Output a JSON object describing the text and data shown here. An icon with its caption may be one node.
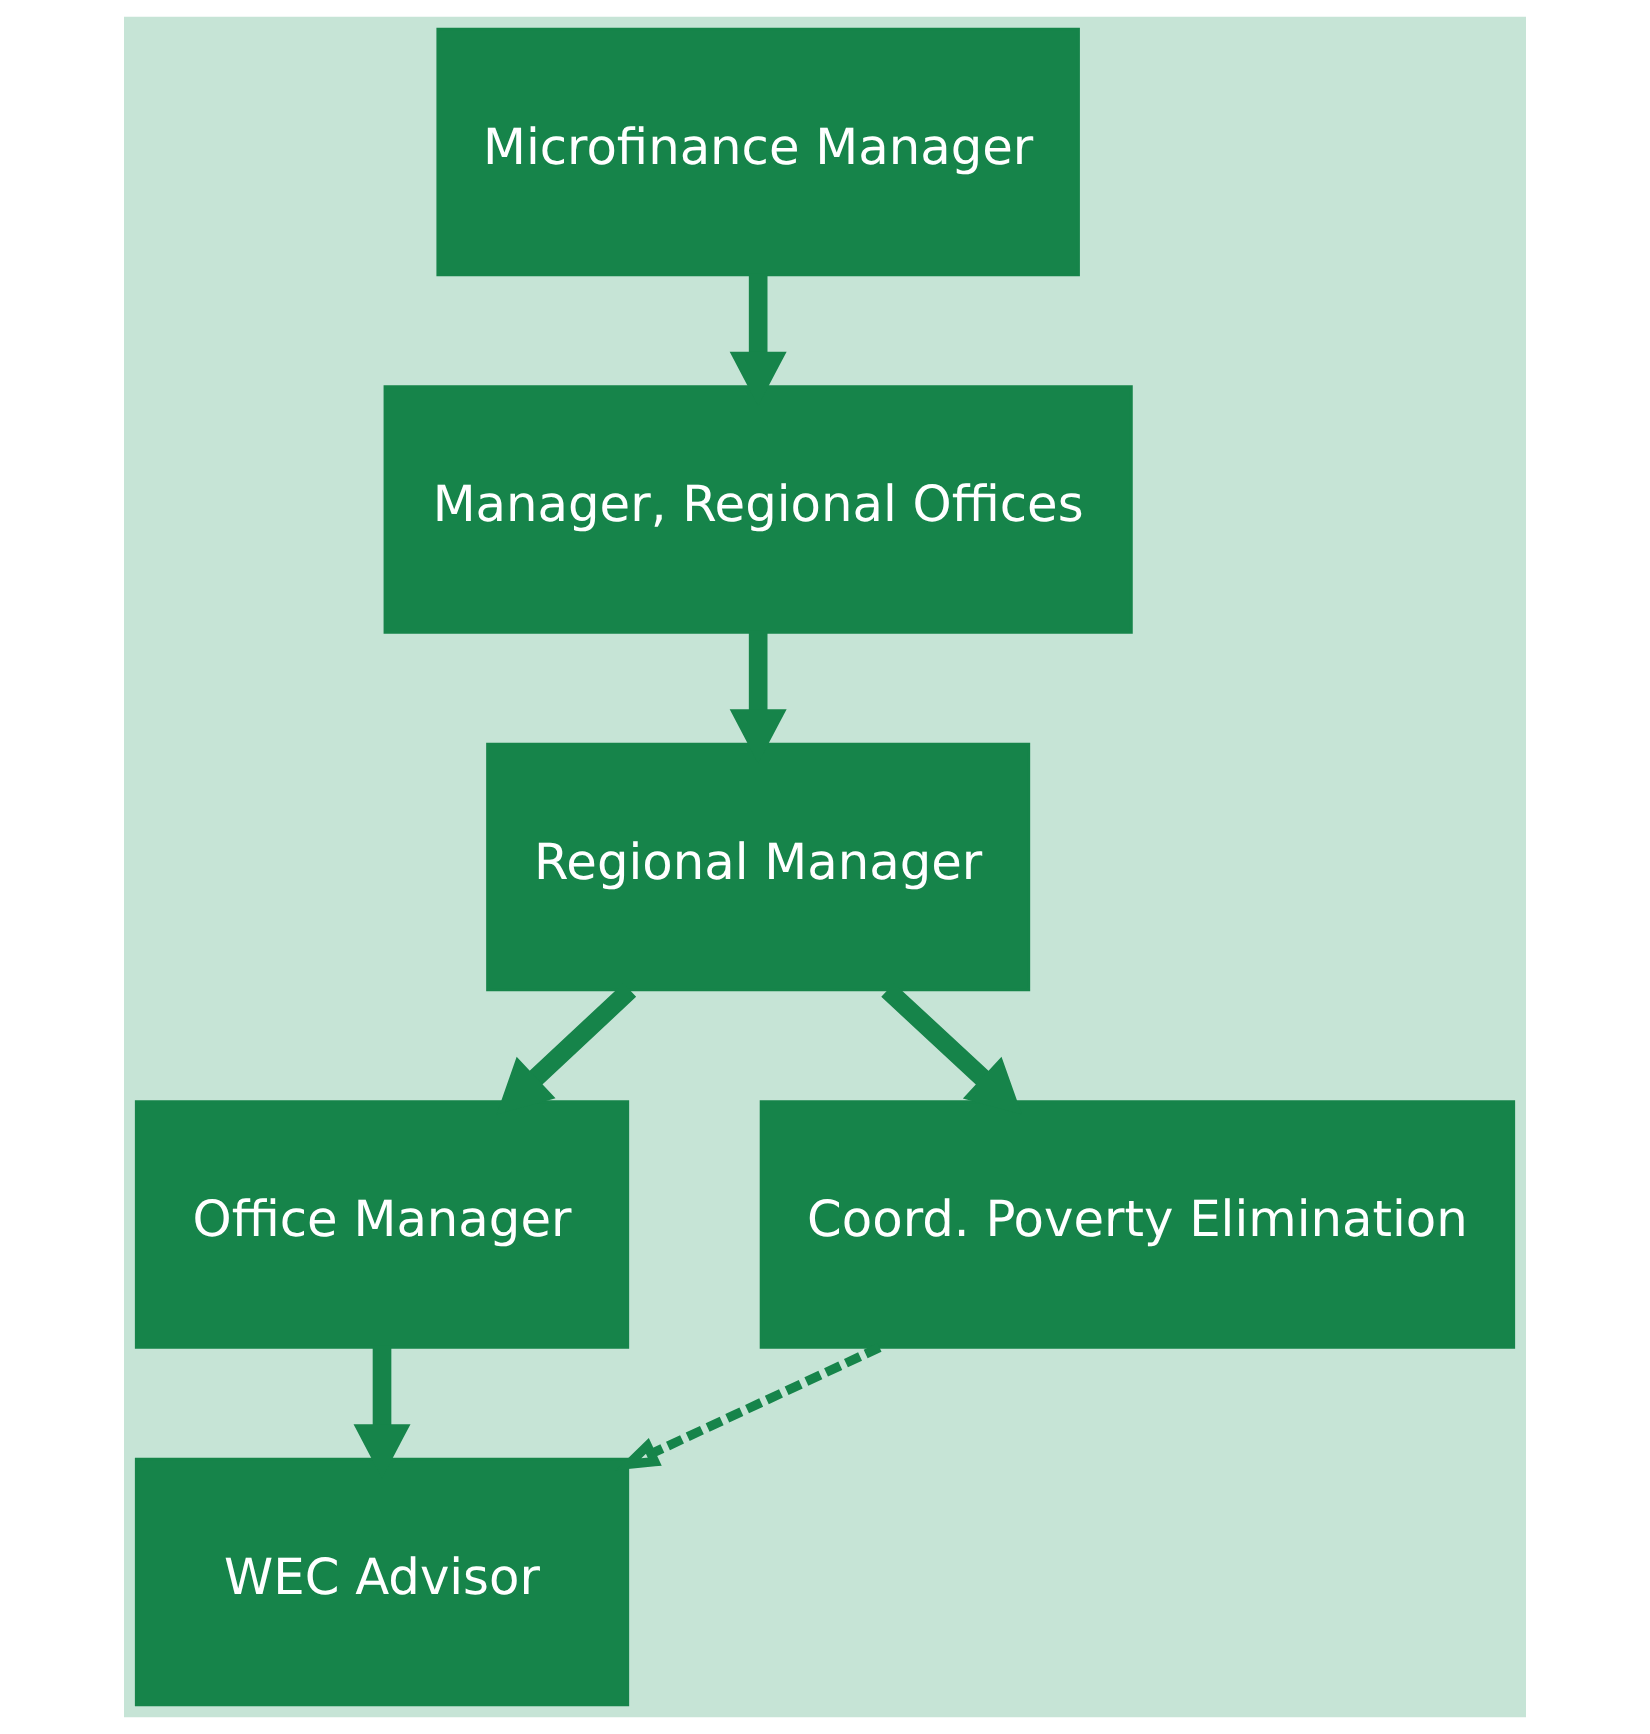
{
  "diagram": {
    "nodes": [
      {
        "text": [
          "Microfinance Manager"
        ]
      },
      {
        "text": [
          "Manager, Regional Offices"
        ]
      },
      {
        "text": [
          "Regional Manager"
        ]
      },
      {
        "text": [
          "Office Manager"
        ]
      },
      {
        "text": [
          "Coord. Poverty Elimination"
        ]
      },
      {
        "text": [
          "WEC Advisor"
        ]
      }
    ],
    "edges": [
      {
        "from": 0,
        "to": 1,
        "arrow": "to"
      },
      {
        "from": 1,
        "to": 2,
        "arrow": "to"
      },
      {
        "from": 2,
        "to": 4,
        "arrow": "to"
      },
      {
        "from": 2,
        "to": 3,
        "arrow": "to"
      },
      {
        "from": 3,
        "to": 5,
        "arrow": "to"
      },
      {
        "from": 4,
        "to": 5,
        "arrow": "to",
        "style": "dashed"
      }
    ]
  }
}
